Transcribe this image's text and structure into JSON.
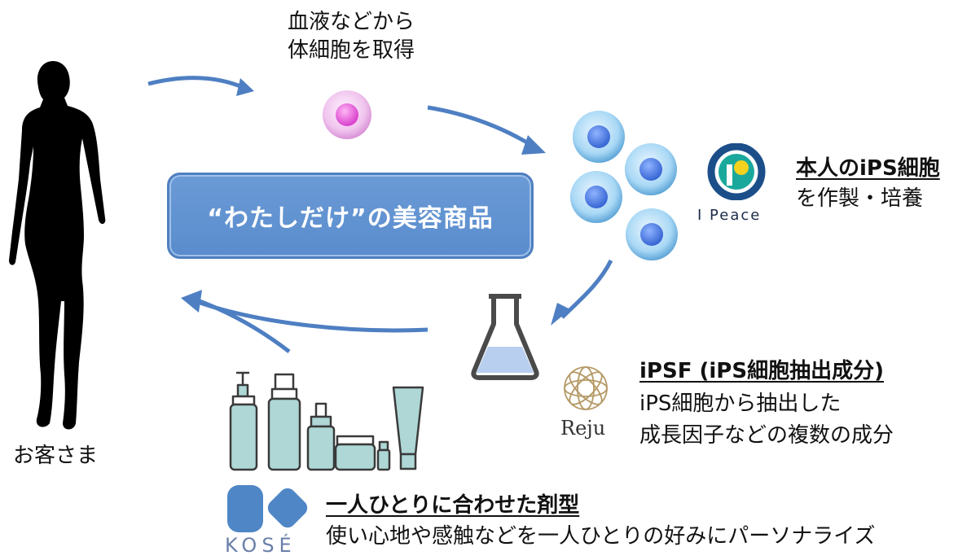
{
  "center_label": "“わたしだけ”の美容商品",
  "customer_label": "お客さま",
  "cell_acquisition": [
    "血液などから",
    "体細胞を取得"
  ],
  "ips": {
    "title": "本人のiPS細胞",
    "sub": "を作製・培養",
    "brand": "I Peace"
  },
  "ipsf": {
    "title": "iPSF (iPS細胞抽出成分)",
    "line1": "iPS細胞から抽出した",
    "line2": "成長因子などの複数の成分",
    "brand": "Reju"
  },
  "personal": {
    "title": "一人ひとりに合わせた剤型",
    "sub": "使い心地や感触などを一人ひとりの好みにパーソナライズ",
    "brand": "KOSÉ"
  },
  "colors": {
    "arrow": "#4e7fc2",
    "box": "#5a8ccd",
    "cell_blue": "#3f6fd8",
    "cell_pink": "#e88ae0",
    "bottle": "#a9d3d3",
    "kose_logo": "#4f86c6"
  }
}
